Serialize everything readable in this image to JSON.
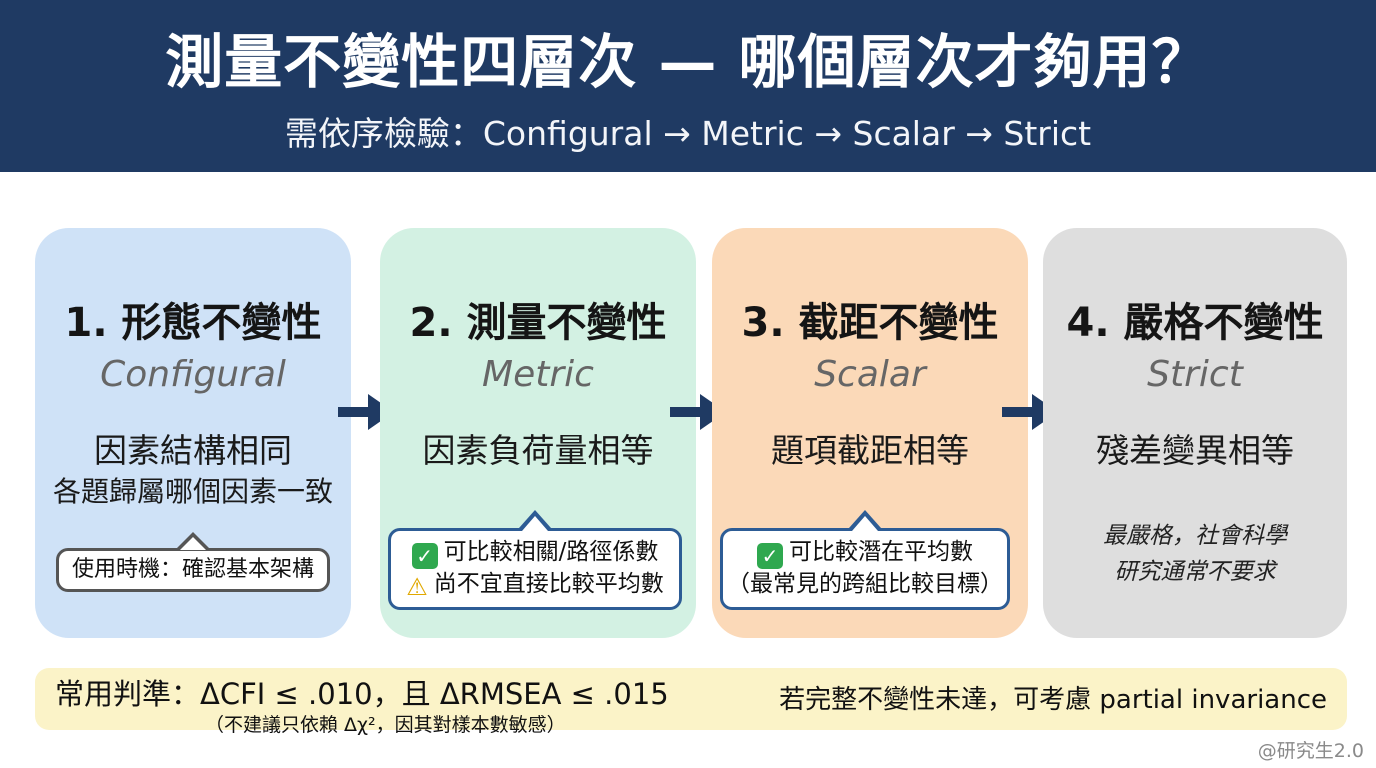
{
  "header": {
    "title": "測量不變性四層次 — 哪個層次才夠用？",
    "subtitle": "需依序檢驗：Configural → Metric → Scalar → Strict"
  },
  "colors": {
    "header_bg": "#1f3a63",
    "card1_bg": "#cfe2f7",
    "card2_bg": "#d3f1e3",
    "card3_bg": "#fbd9b8",
    "card4_bg": "#dedede",
    "arrow": "#1f3a63",
    "callout_border": "#2d5c95",
    "bottom_bg": "#fbf3c8"
  },
  "cards": [
    {
      "title": "1. 形態不變性",
      "english": "Configural",
      "desc": "因素結構相同",
      "desc2": "各題歸屬哪個因素一致",
      "callout": "使用時機：確認基本架構"
    },
    {
      "title": "2. 測量不變性",
      "english": "Metric",
      "desc": "因素負荷量相等",
      "callout_line1": "可比較相關/路徑係數",
      "callout_line2": "尚不宜直接比較平均數",
      "icon1": "check-mark-icon",
      "icon2": "warning-icon"
    },
    {
      "title": "3. 截距不變性",
      "english": "Scalar",
      "desc": "題項截距相等",
      "callout_line1": "可比較潛在平均數",
      "callout_line2": "（最常見的跨組比較目標）",
      "icon1": "check-mark-icon"
    },
    {
      "title": "4. 嚴格不變性",
      "english": "Strict",
      "desc": "殘差變異相等",
      "note_line1": "最嚴格，社會科學",
      "note_line2": "研究通常不要求"
    }
  ],
  "bottom": {
    "criteria": "常用判準：ΔCFI ≤ .010，且 ΔRMSEA ≤ .015",
    "criteria_note": "（不建議只依賴 Δχ²，因其對樣本數敏感）",
    "partial": "若完整不變性未達，可考慮 partial invariance"
  },
  "watermark": "@研究生2.0"
}
